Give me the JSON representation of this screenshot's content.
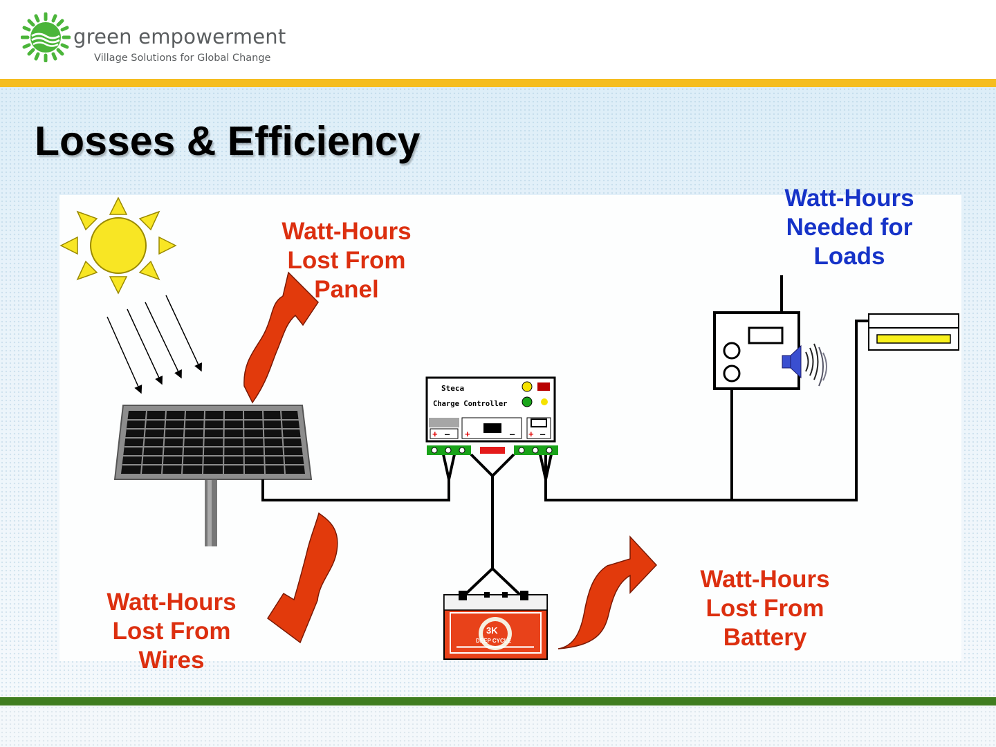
{
  "brand": {
    "name": "green empowerment",
    "tagline": "Village Solutions for Global Change",
    "logo_icon": "sun-wave-logo-icon",
    "colors": {
      "logo_green": "#4bb53a",
      "text_gray": "#5a5d5f"
    }
  },
  "slide": {
    "title": "Losses & Efficiency",
    "colors": {
      "top_bar": "#f5bd1f",
      "bottom_bar": "#3f7d1f",
      "loss_label": "#dc2f0f",
      "load_label": "#1633c8",
      "loss_arrow": "#e23a0c"
    }
  },
  "labels": {
    "panel_loss": "Watt-Hours\nLost From\nPanel",
    "wire_loss": "Watt-Hours\nLost From\nWires",
    "battery_loss": "Watt-Hours\nLost From\nBattery",
    "loads_needed": "Watt-Hours\nNeeded for\nLoads"
  },
  "controller": {
    "brand": "Steca",
    "name": "Charge Controller"
  },
  "battery": {
    "brand": "3K",
    "type": "DEEP CYCLE"
  },
  "icons": [
    "sun-icon",
    "sun-ray-arrows",
    "solar-panel-icon",
    "charge-controller-icon",
    "battery-icon",
    "radio-icon",
    "speaker-icon",
    "fluorescent-lamp-icon",
    "loss-arrow-icon"
  ]
}
